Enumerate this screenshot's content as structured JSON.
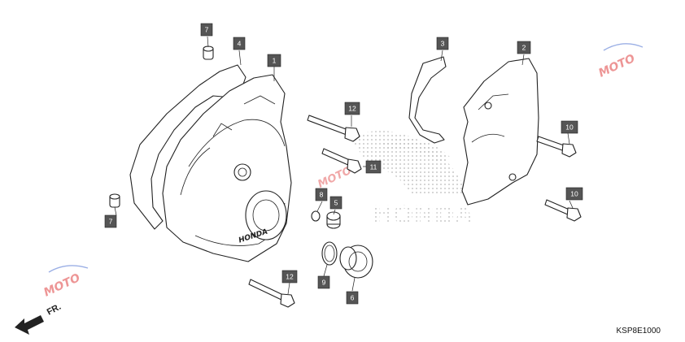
{
  "diagram": {
    "code": "KSP8E1000",
    "front_label": "FR.",
    "watermark_text": "HONDA",
    "logo_text": "HONDA",
    "brand_watermark": "MOTO"
  },
  "callouts": [
    {
      "id": "c7a",
      "label": "7"
    },
    {
      "id": "c4",
      "label": "4"
    },
    {
      "id": "c1",
      "label": "1"
    },
    {
      "id": "c3",
      "label": "3"
    },
    {
      "id": "c2",
      "label": "2"
    },
    {
      "id": "c12a",
      "label": "12"
    },
    {
      "id": "c10a",
      "label": "10"
    },
    {
      "id": "c11",
      "label": "11"
    },
    {
      "id": "c10b",
      "label": "10"
    },
    {
      "id": "c8",
      "label": "8"
    },
    {
      "id": "c5",
      "label": "5"
    },
    {
      "id": "c7b",
      "label": "7"
    },
    {
      "id": "c9",
      "label": "9"
    },
    {
      "id": "c12b",
      "label": "12"
    },
    {
      "id": "c6",
      "label": "6"
    }
  ]
}
